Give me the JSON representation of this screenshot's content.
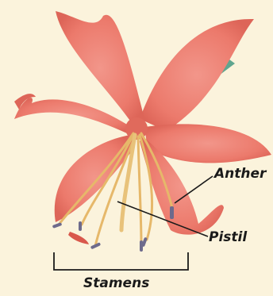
{
  "diagram": {
    "labels": {
      "anther": "Anther",
      "pistil": "Pistil",
      "stamens": "Stamens"
    },
    "colors": {
      "background": "#fbf3dc",
      "petal": "#ec7a6c",
      "petal_dark": "#d9584c",
      "stem": "#5fa58f",
      "filament": "#e6b86a",
      "anther": "#6d6a8c",
      "leader_line": "#1a1a1a"
    }
  }
}
